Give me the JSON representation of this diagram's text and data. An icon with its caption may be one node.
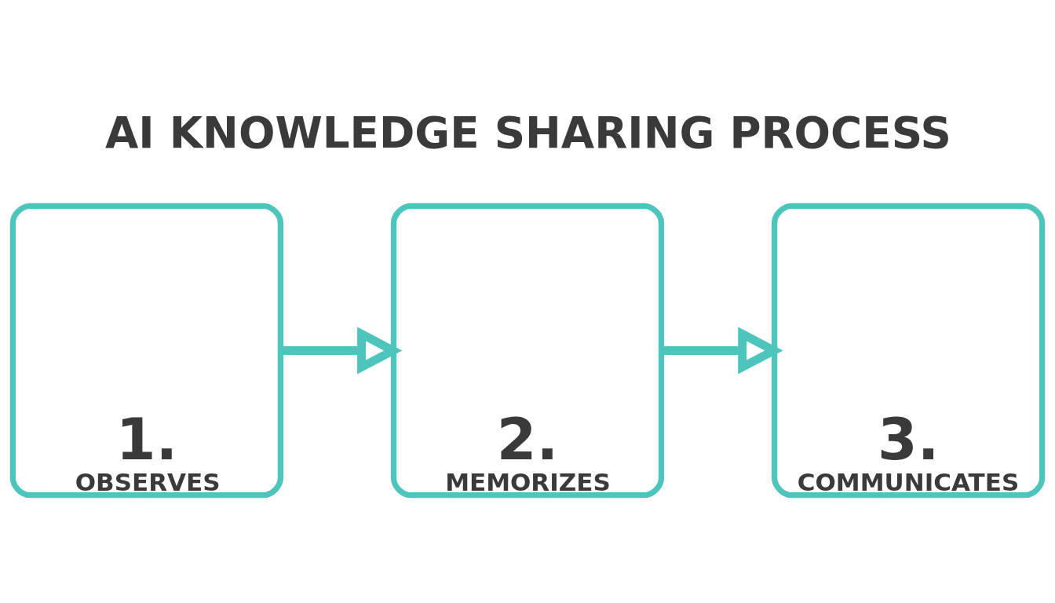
{
  "diagram": {
    "title": "AI KNOWLEDGE SHARING PROCESS",
    "nodes": [
      {
        "text": [
          "1.",
          "OBSERVES"
        ]
      },
      {
        "text": [
          "2.",
          "MEMORIZES"
        ]
      },
      {
        "text": [
          "3.",
          "COMMUNICATES"
        ]
      }
    ],
    "edges": [
      {
        "from": 0,
        "to": 1,
        "arrow": "to"
      },
      {
        "from": 1,
        "to": 2,
        "arrow": "to"
      }
    ]
  }
}
